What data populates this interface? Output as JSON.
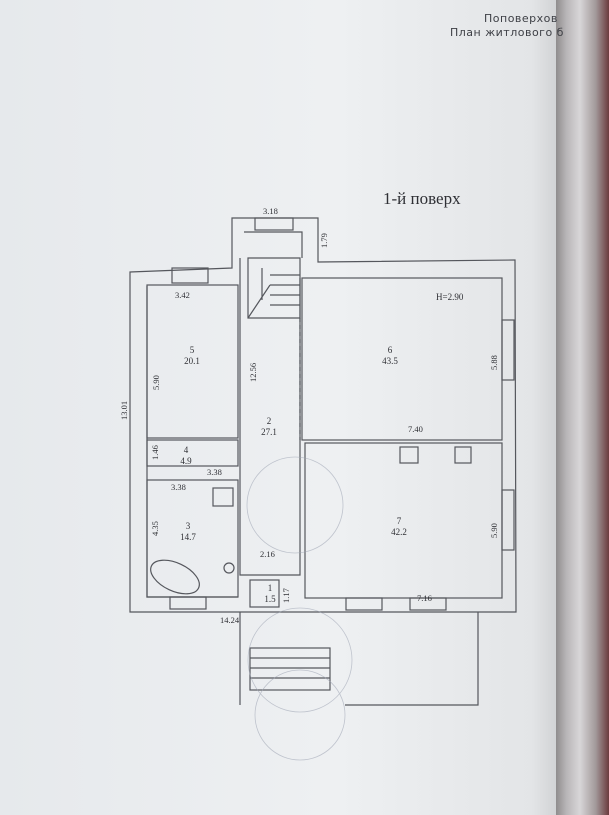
{
  "header": {
    "line1": "Поповерхов",
    "line2": "План житлового б"
  },
  "plan": {
    "title": "1-й поверх",
    "ceiling_height": "H=2.90",
    "rooms": [
      {
        "num": "1",
        "area": "1.5"
      },
      {
        "num": "2",
        "area": "27.1"
      },
      {
        "num": "3",
        "area": "14.7"
      },
      {
        "num": "4",
        "area": "4.9"
      },
      {
        "num": "5",
        "area": "20.1"
      },
      {
        "num": "6",
        "area": "43.5"
      },
      {
        "num": "7",
        "area": "42.2"
      }
    ],
    "dimensions": {
      "stair_width": "3.18",
      "stair_depth": "1.79",
      "room5_width": "3.42",
      "room5_height": "5.90",
      "total_height": "13.01",
      "corridor_length": "12.56",
      "room6_height": "5.88",
      "room6_width": "7.40",
      "room4_height": "1.46",
      "room4_width": "3.38",
      "room3_width": "3.38",
      "room3_height": "4.35",
      "hall_width": "2.16",
      "room1_height": "1.17",
      "room7_height": "5.90",
      "room7_width": "7.16",
      "total_width": "14.24"
    }
  }
}
